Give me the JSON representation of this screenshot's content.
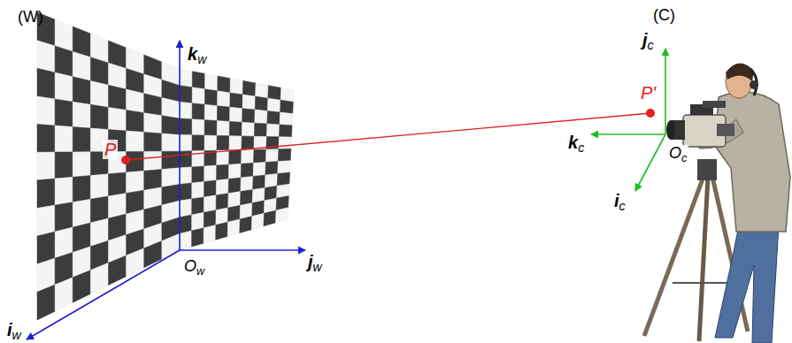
{
  "diagram": {
    "labels": [
      "(W)",
      "kw",
      "P",
      "iw",
      "Ow",
      "jw",
      "(C)",
      "jc",
      "P'",
      "kc",
      "Oc",
      "ic"
    ]
  }
}
